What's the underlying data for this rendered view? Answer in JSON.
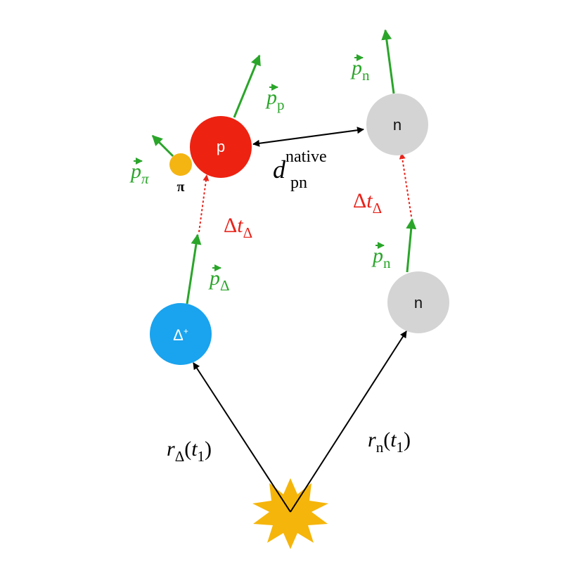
{
  "colors": {
    "momentum": "#2aa52a",
    "delta_time": "#e8231a",
    "proton": "#ee2211",
    "neutron": "#d4d4d4",
    "delta": "#1aa3ee",
    "pion": "#f4b412",
    "burst": "#f5b50a",
    "ink": "#000000"
  },
  "particles": {
    "proton": {
      "label": "p"
    },
    "neutron_final": {
      "label": "n"
    },
    "neutron_initial": {
      "label": "n"
    },
    "delta": {
      "label": "Δ",
      "charge": "+"
    },
    "pion": {
      "label": "π"
    }
  },
  "labels": {
    "p_pion": {
      "base": "p",
      "sub": "π"
    },
    "p_proton": {
      "base": "p",
      "sub": "p"
    },
    "p_neutron_final": {
      "base": "p",
      "sub": "n"
    },
    "p_neutron_initial": {
      "base": "p",
      "sub": "n"
    },
    "p_delta": {
      "base": "p",
      "sub": "Δ"
    },
    "dt_left": {
      "pre": "Δ",
      "base": "t",
      "sub": "Δ"
    },
    "dt_right": {
      "pre": "Δ",
      "base": "t",
      "sub": "Δ"
    },
    "d_pn": {
      "base": "d",
      "sup": "native",
      "sub": "pn"
    },
    "r_delta": {
      "base": "r",
      "sub": "Δ",
      "arg": "t",
      "arg_sub": "1"
    },
    "r_n": {
      "base": "r",
      "sub": "n",
      "arg": "t",
      "arg_sub": "1"
    }
  }
}
